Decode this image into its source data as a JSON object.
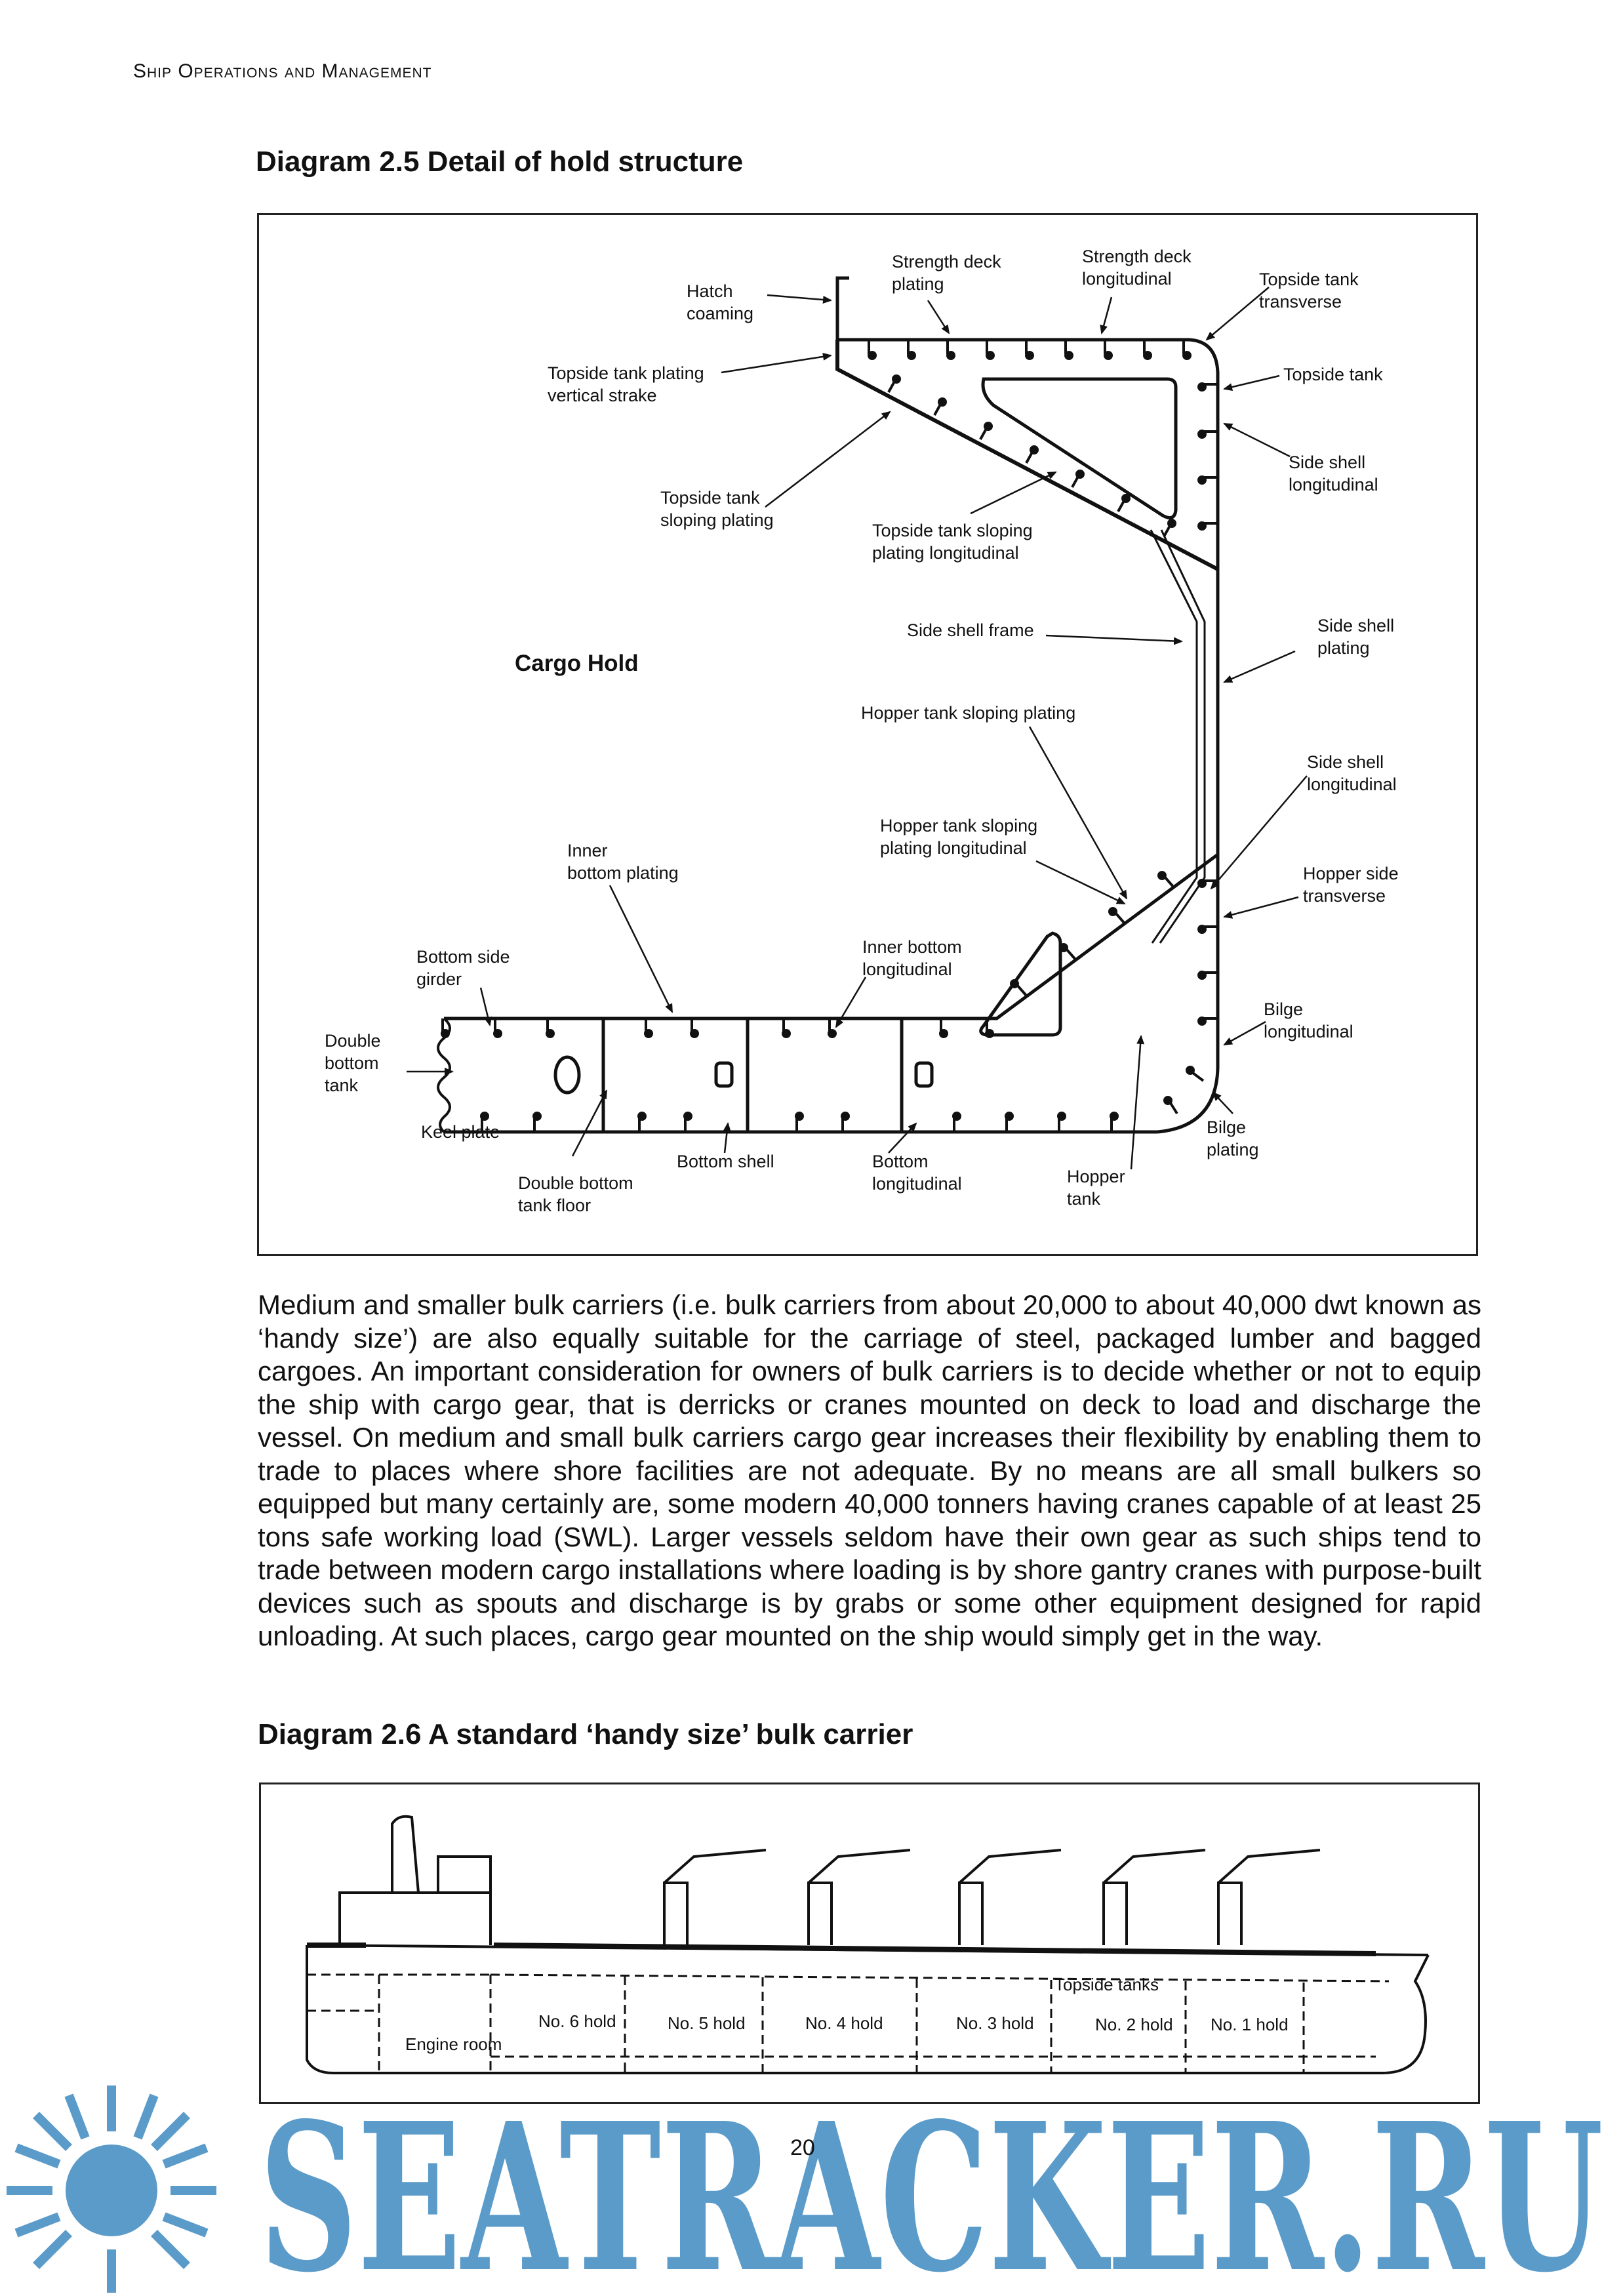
{
  "running_head": "Ship Operations and Management",
  "diagram_1": {
    "caption": "Diagram 2.5  Detail of hold structure",
    "labels": {
      "strength_deck_plating": [
        "Strength deck",
        "plating"
      ],
      "strength_deck_longitudinal": [
        "Strength deck",
        "longitudinal"
      ],
      "topside_tank_transverse": [
        "Topside tank",
        "transverse"
      ],
      "hatch_coaming": [
        "Hatch",
        "coaming"
      ],
      "topside_tank_plating_vertical": [
        "Topside tank plating",
        "vertical strake"
      ],
      "topside_tank": "Topside tank",
      "side_shell_longitudinal_top": [
        "Side shell",
        "longitudinal"
      ],
      "topside_tank_sloping_plating": [
        "Topside tank",
        "sloping plating"
      ],
      "topside_tank_sloping_longitudinal": [
        "Topside tank sloping",
        "plating longitudinal"
      ],
      "side_shell_frame": "Side shell frame",
      "side_shell_plating": [
        "Side shell",
        "plating"
      ],
      "cargo_hold": "Cargo Hold",
      "hopper_tank_sloping_plating": "Hopper tank sloping plating",
      "side_shell_longitudinal_bottom": [
        "Side shell",
        "longitudinal"
      ],
      "hopper_tank_sloping_longitudinal": [
        "Hopper tank sloping",
        "plating longitudinal"
      ],
      "inner_bottom_plating": [
        "Inner",
        "bottom plating"
      ],
      "hopper_side_transverse": [
        "Hopper side",
        "transverse"
      ],
      "bottom_side_girder": [
        "Bottom side",
        "girder"
      ],
      "inner_bottom_longitudinal": [
        "Inner bottom",
        "longitudinal"
      ],
      "bilge_longitudinal": [
        "Bilge",
        "longitudinal"
      ],
      "double_bottom_tank": [
        "Double",
        "bottom",
        "tank"
      ],
      "keel_plate": "Keel plate",
      "bilge_plating": [
        "Bilge",
        "plating"
      ],
      "bottom_shell": "Bottom shell",
      "bottom_longitudinal": [
        "Bottom",
        "longitudinal"
      ],
      "double_bottom_tank_floor": [
        "Double bottom",
        "tank floor"
      ],
      "hopper_tank": [
        "Hopper",
        "tank"
      ]
    }
  },
  "paragraph": "Medium and smaller bulk carriers (i.e. bulk carriers from about 20,000 to about 40,000 dwt known as ‘handy size’) are also equally suitable for the carriage of steel, packaged lumber and bagged cargoes. An important consideration for owners of bulk carriers is to decide whether or not to equip the ship with cargo gear, that is derricks or cranes mounted on deck to load and discharge the vessel. On medium and small bulk carriers cargo gear increases their flexibility by enabling them to trade to places where shore facilities are not adequate. By no means are all small bulkers so equipped but many certainly are, some modern 40,000 tonners having cranes capable of at least 25 tons safe working load (SWL). Larger vessels seldom have their own gear as such ships tend to trade between modern cargo installations where loading is by shore gantry cranes with purpose-built devices such as spouts and discharge is by grabs or some other equipment designed for rapid unloading. At such places, cargo gear mounted on the ship would simply get in the way.",
  "diagram_2": {
    "caption": "Diagram 2.6  A standard ‘handy size’ bulk carrier",
    "topside_tanks": "Topside tanks",
    "engine_room": "Engine room",
    "holds": [
      "No. 6 hold",
      "No. 5 hold",
      "No. 4 hold",
      "No. 3 hold",
      "No. 2 hold",
      "No. 1 hold"
    ]
  },
  "watermark": {
    "text": "SEATRACKER.RU",
    "color": "#5b9bc9"
  },
  "page_number": "20"
}
